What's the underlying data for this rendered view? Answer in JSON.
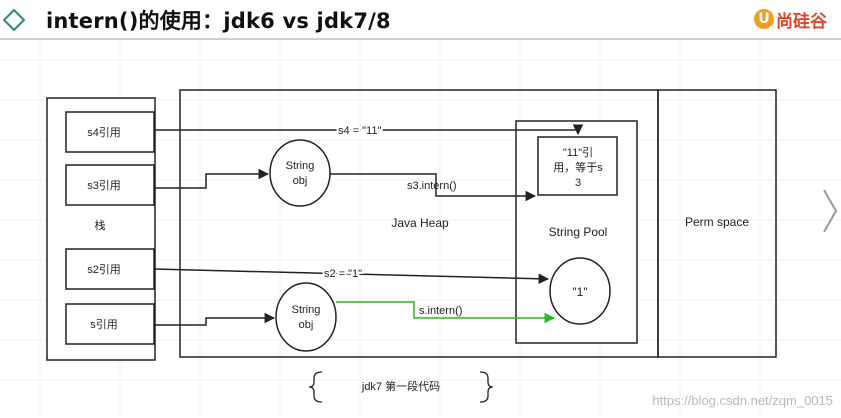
{
  "header": {
    "title": "intern()的使用：jdk6 vs jdk7/8",
    "logo_text": "尚硅谷",
    "logo_mark": "U"
  },
  "stack": {
    "label": "栈",
    "refs": [
      "s4引用",
      "s3引用",
      "s2引用",
      "s引用"
    ]
  },
  "heap": {
    "label": "Java Heap",
    "objects": [
      {
        "line1": "String",
        "line2": "obj"
      },
      {
        "line1": "String",
        "line2": "obj"
      }
    ]
  },
  "string_pool": {
    "label": "String Pool",
    "entry_ref_lines": [
      "\"11\"引",
      "用，等于s",
      "3"
    ],
    "entry_literal": "\"1\""
  },
  "perm": {
    "label": "Perm space"
  },
  "arrow_labels": {
    "s4": "s4 = \"11\"",
    "s3_intern": "s3.intern()",
    "s2": "s2 = \"1\"",
    "s_intern": "s.intern()"
  },
  "caption": "jdk7 第一段代码",
  "watermark": "https://blog.csdn.net/zqm_0015",
  "colors": {
    "stroke": "#222222",
    "intern_green": "#22bb22",
    "logo_orange": "#f0a020",
    "logo_red": "#e0462a"
  }
}
